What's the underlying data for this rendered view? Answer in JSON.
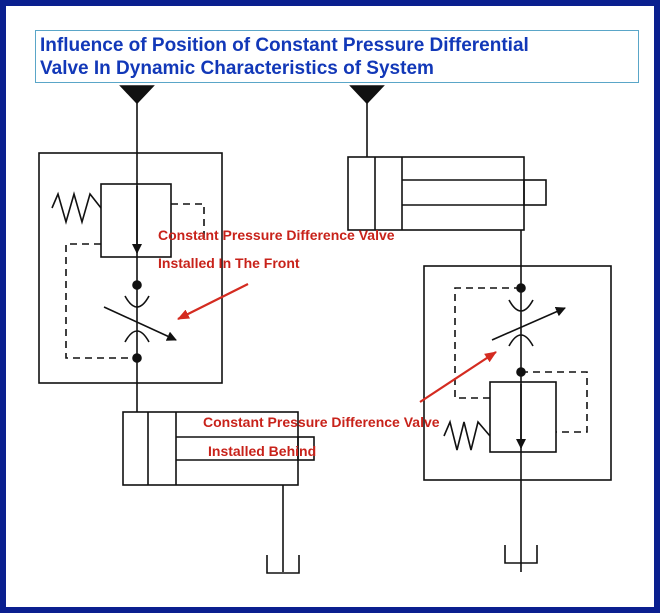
{
  "title": {
    "line1": "Influence of Position of Constant Pressure Differential",
    "line2": "Valve In Dynamic Characteristics of System"
  },
  "labels": {
    "front_line1": "Constant Pressure Difference Valve",
    "front_line2": "Installed In The Front",
    "behind_line1": "Constant Pressure Difference Valve",
    "behind_line2": "Installed Behind"
  },
  "colors": {
    "frame": "#0a1f8f",
    "title_text": "#1238b8",
    "title_border": "#5aa6c8",
    "label_text": "#c8221a",
    "arrow": "#d42b20",
    "line": "#111111"
  }
}
